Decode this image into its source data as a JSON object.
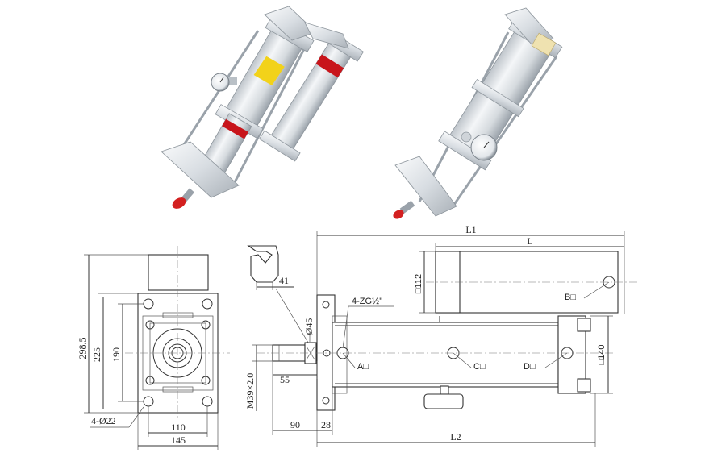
{
  "dimensions": {
    "height_total": "298.5",
    "height_225": "225",
    "height_190": "190",
    "holes": "4-Ø22",
    "width_110": "110",
    "width_145": "145",
    "wrench_41": "41",
    "phi45": "Ø45",
    "thread": "M39×2.0",
    "len_55": "55",
    "len_90": "90",
    "len_28": "28",
    "ports": "4-ZG½\"",
    "L1": "L1",
    "L": "L",
    "L2": "L2",
    "sq112": "□112",
    "sq140": "□140",
    "port_A": "A□",
    "port_B": "B□",
    "port_C": "C□",
    "port_D": "D□"
  },
  "colors": {
    "cylinder": "#e6e9ec",
    "label_yellow": "#f2d21a",
    "cap_red": "#d32020",
    "label_red": "#c8151b"
  }
}
